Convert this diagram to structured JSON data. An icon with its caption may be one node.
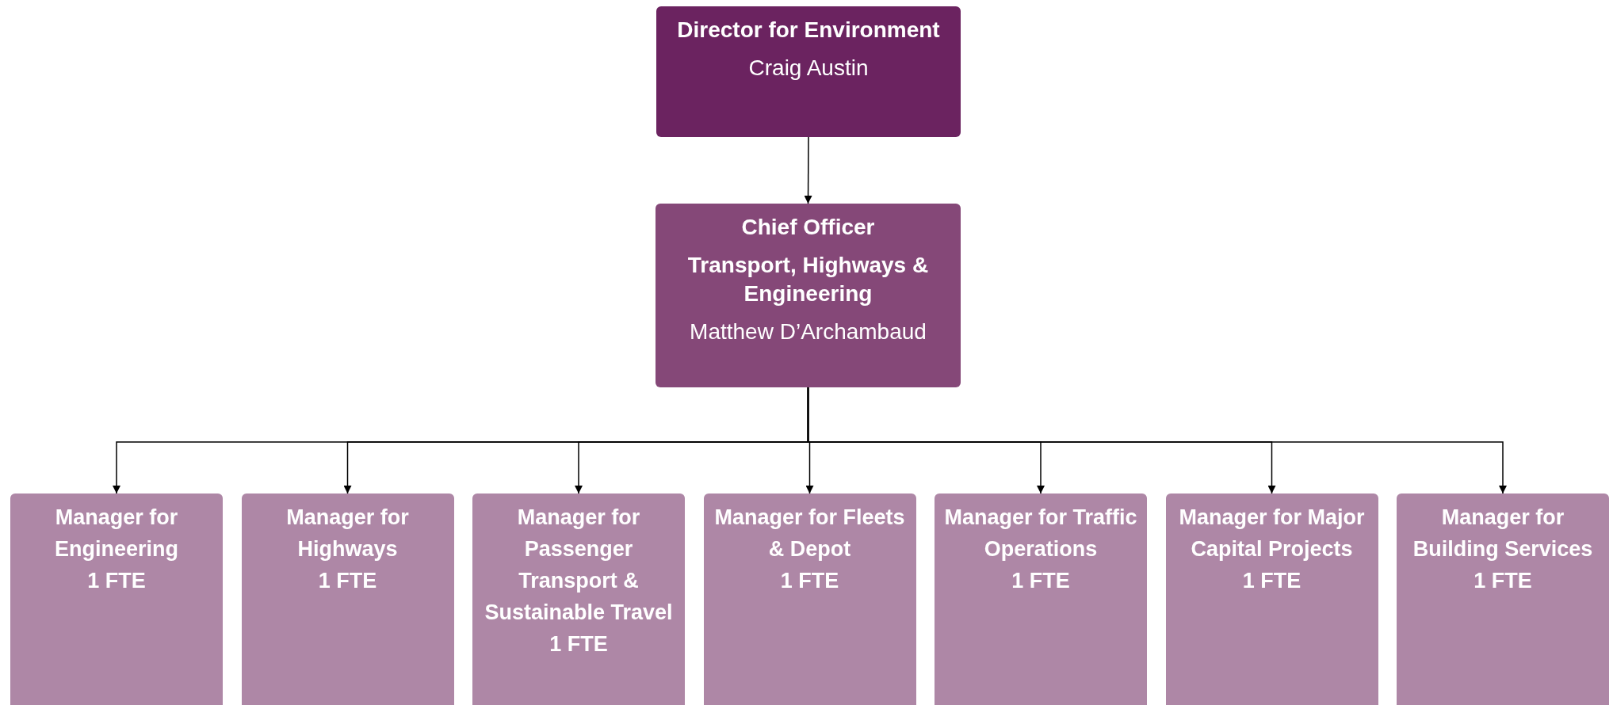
{
  "diagram": {
    "nodes": [
      {
        "text": [
          "Director for Environment",
          "Craig Austin"
        ]
      },
      {
        "text": [
          "Chief Officer",
          "Transport, Highways & Engineering",
          "Matthew D’Archambaud"
        ]
      },
      {
        "text": [
          "Manager for Engineering",
          "1 FTE"
        ]
      },
      {
        "text": [
          "Manager for Highways",
          "1 FTE"
        ]
      },
      {
        "text": [
          "Manager for Passenger Transport & Sustainable Travel",
          "1 FTE"
        ]
      },
      {
        "text": [
          "Manager for Fleets & Depot",
          "1 FTE"
        ]
      },
      {
        "text": [
          "Manager for Traffic Operations",
          "1 FTE"
        ]
      },
      {
        "text": [
          "Manager for Major Capital Projects",
          "1 FTE"
        ]
      },
      {
        "text": [
          "Manager for Building Services",
          "1 FTE"
        ]
      }
    ],
    "edges": [
      {
        "from": 0,
        "to": 1,
        "arrow": "to"
      },
      {
        "from": 1,
        "to": 2,
        "arrow": "to"
      },
      {
        "from": 1,
        "to": 3,
        "arrow": "to"
      },
      {
        "from": 1,
        "to": 4,
        "arrow": "to"
      },
      {
        "from": 1,
        "to": 5,
        "arrow": "to"
      },
      {
        "from": 1,
        "to": 6,
        "arrow": "to"
      },
      {
        "from": 1,
        "to": 7,
        "arrow": "to"
      },
      {
        "from": 1,
        "to": 8,
        "arrow": "to"
      }
    ]
  }
}
